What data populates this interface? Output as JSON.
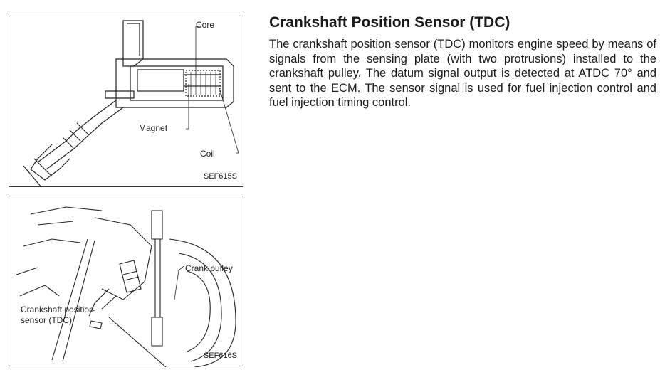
{
  "section": {
    "title": "Crankshaft Position Sensor (TDC)",
    "paragraph": "The crankshaft position sensor (TDC) monitors engine speed by means of signals from the sensing plate (with two protrusions) installed to the crankshaft pulley. The datum signal output is detected at ATDC 70° and sent to the ECM. The sensor signal is used for fuel injection control and fuel injection timing control."
  },
  "figures": [
    {
      "code": "SEF615S",
      "labels": {
        "core": "Core",
        "magnet": "Magnet",
        "coil": "Coil"
      }
    },
    {
      "code": "SEF616S",
      "labels": {
        "crank_pulley": "Crank pulley",
        "sensor_line1": "Crankshaft position",
        "sensor_line2": "sensor (TDC)"
      }
    }
  ]
}
